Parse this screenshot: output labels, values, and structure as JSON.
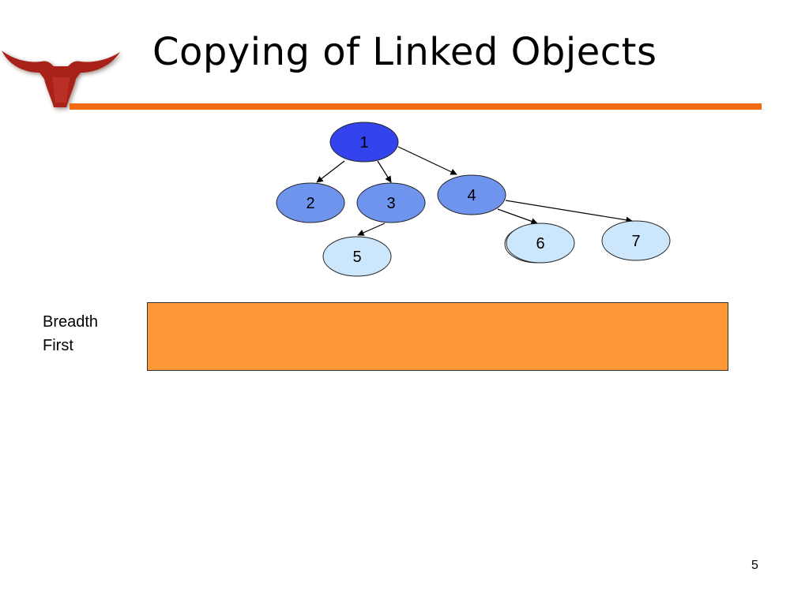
{
  "slide": {
    "title": "Copying of Linked Objects",
    "page_number": "5",
    "accent_color": "#f26b0f",
    "box_color": "#fe9836"
  },
  "label": {
    "line1": "Breadth",
    "line2": "First"
  },
  "graph": {
    "nodes": [
      {
        "id": "1",
        "label": "1",
        "fill": "#3344ee"
      },
      {
        "id": "2",
        "label": "2",
        "fill": "#6e94ee"
      },
      {
        "id": "3",
        "label": "3",
        "fill": "#6e94ee"
      },
      {
        "id": "4",
        "label": "4",
        "fill": "#6e94ee"
      },
      {
        "id": "5",
        "label": "5",
        "fill": "#cce6fb"
      },
      {
        "id": "6",
        "label": "6",
        "fill": "#cce6fb"
      },
      {
        "id": "7",
        "label": "7",
        "fill": "#cce6fb"
      }
    ],
    "edges": [
      {
        "from": "1",
        "to": "2"
      },
      {
        "from": "1",
        "to": "3"
      },
      {
        "from": "1",
        "to": "4"
      },
      {
        "from": "3",
        "to": "5"
      },
      {
        "from": "4",
        "to": "6"
      },
      {
        "from": "4",
        "to": "7"
      }
    ]
  }
}
